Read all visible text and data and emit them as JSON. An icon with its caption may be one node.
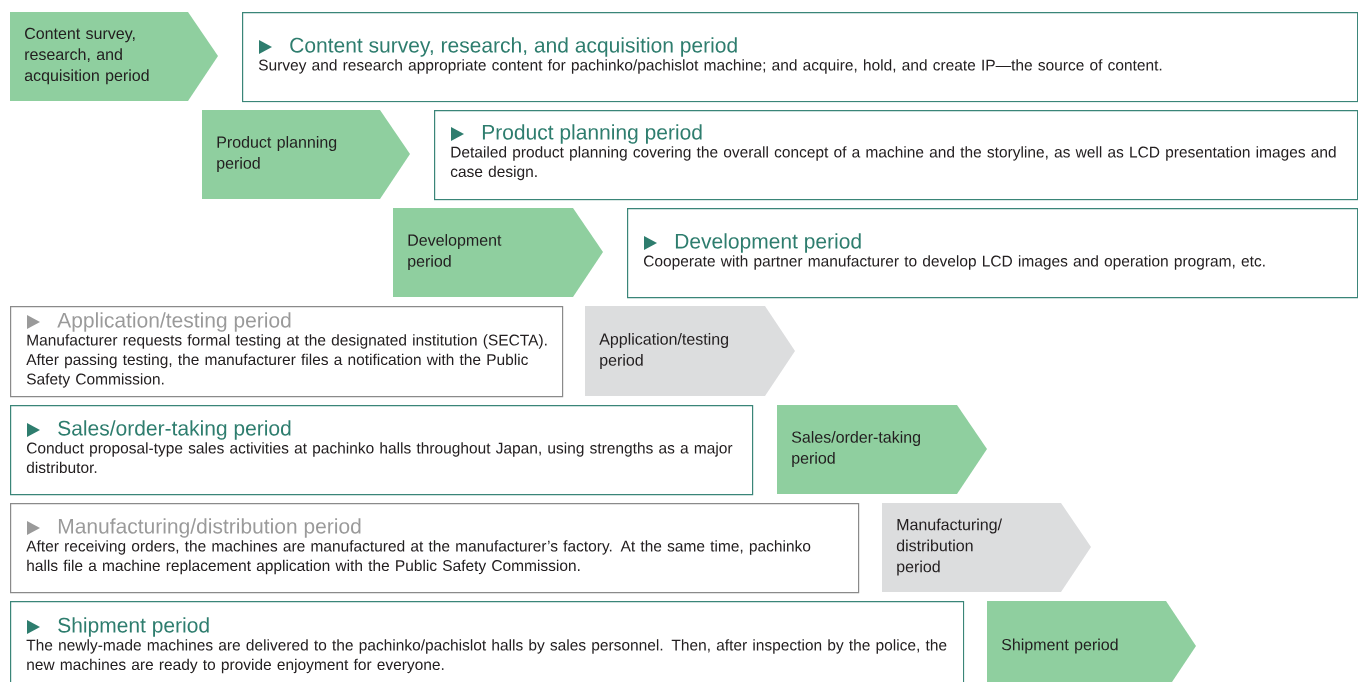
{
  "diagram": {
    "nodes": [
      {
        "text": [
          "Content survey, research, and acquisition period"
        ]
      },
      {
        "text": [
          "Content survey, research, and acquisition period",
          "Survey and research appropriate content for pachinko/pachislot machine; and acquire, hold, and create IP—the source of content."
        ]
      },
      {
        "text": [
          "Product planning period"
        ]
      },
      {
        "text": [
          "Product planning period",
          "Detailed product planning covering the overall concept of a machine and the storyline, as well as LCD presentation images and case design."
        ]
      },
      {
        "text": [
          "Development period"
        ]
      },
      {
        "text": [
          "Development period",
          "Cooperate with partner manufacturer to develop LCD images and operation program, etc."
        ]
      },
      {
        "text": [
          "Application/testing period",
          "Manufacturer requests formal testing at the designated institution (SECTA). After passing testing, the manufacturer files a notification with the Public Safety Commission."
        ]
      },
      {
        "text": [
          "Application/testing period"
        ]
      },
      {
        "text": [
          "Sales/order-taking period",
          "Conduct proposal-type sales activities at pachinko halls throughout Japan, using strengths as a major distributor."
        ]
      },
      {
        "text": [
          "Sales/order-taking period"
        ]
      },
      {
        "text": [
          "Manufacturing/distribution period",
          "After receiving orders, the machines are manufactured at the manufacturer’s factory. At the same time, pachinko halls file a machine replacement application with the Public Safety Commission."
        ]
      },
      {
        "text": [
          "Manufacturing/ distribution period"
        ]
      },
      {
        "text": [
          "Shipment period",
          "The newly-made machines are delivered to the pachinko/pachislot halls by sales personnel. Then, after inspection by the police, the new machines are ready to provide enjoyment for everyone."
        ]
      },
      {
        "text": [
          "Shipment period"
        ]
      }
    ]
  }
}
